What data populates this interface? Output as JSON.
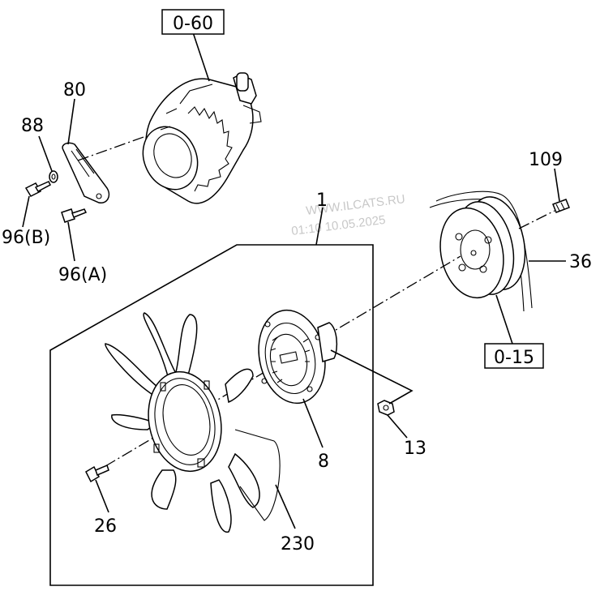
{
  "labels": {
    "ref_0_60": "0-60",
    "ref_0_15": "0-15",
    "p80": "80",
    "p88": "88",
    "p96b": "96(B)",
    "p96a": "96(A)",
    "p1": "1",
    "p109": "109",
    "p36": "36",
    "p8": "8",
    "p13": "13",
    "p26": "26",
    "p230": "230"
  },
  "watermark": {
    "line1": "WWW.ILCATS.RU",
    "line2": "01:10 10.05.2025"
  }
}
